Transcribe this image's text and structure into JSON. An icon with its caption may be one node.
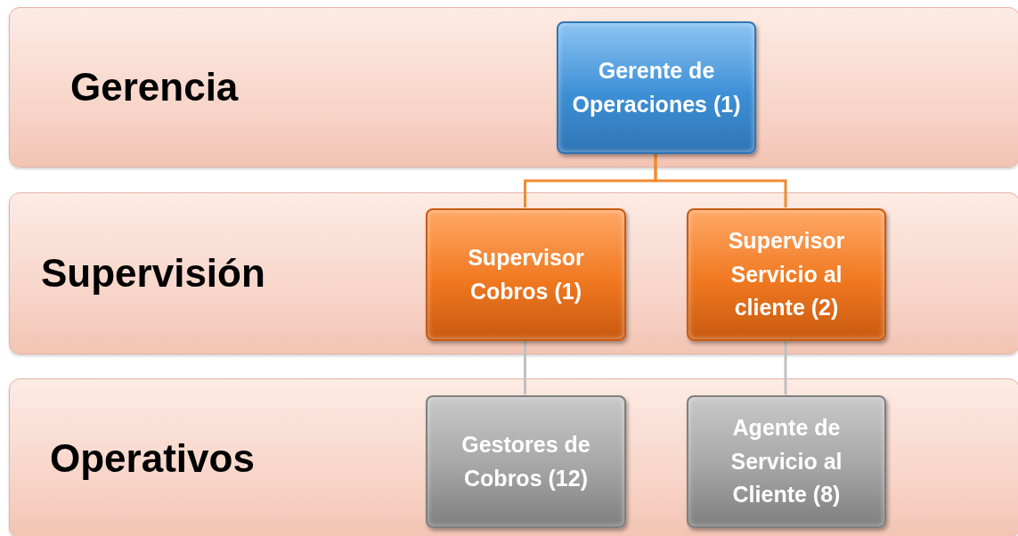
{
  "diagram": {
    "nodes": [
      {
        "text": [
          "Gerencia"
        ]
      },
      {
        "text": [
          "Gerente de Operaciones (1)"
        ],
        "in": 0
      },
      {
        "text": [
          "Supervisión"
        ]
      },
      {
        "text": [
          "Supervisor Cobros (1)"
        ],
        "in": 2
      },
      {
        "text": [
          "Supervisor Servicio al cliente (2)"
        ],
        "in": 2
      },
      {
        "text": [
          "Operativos"
        ]
      },
      {
        "text": [
          "Gestores de Cobros (12)"
        ],
        "in": 5
      },
      {
        "text": [
          "Agente de Servicio al Cliente (8)"
        ],
        "in": 5
      }
    ],
    "edges": [
      {
        "from": 1,
        "to": 3,
        "arrow": "none",
        "color": "#f28a30"
      },
      {
        "from": 1,
        "to": 4,
        "arrow": "none",
        "color": "#f28a30"
      },
      {
        "from": 3,
        "to": 6,
        "arrow": "none",
        "color": "#c0c0c0"
      },
      {
        "from": 4,
        "to": 7,
        "arrow": "none",
        "color": "#c0c0c0"
      }
    ]
  }
}
